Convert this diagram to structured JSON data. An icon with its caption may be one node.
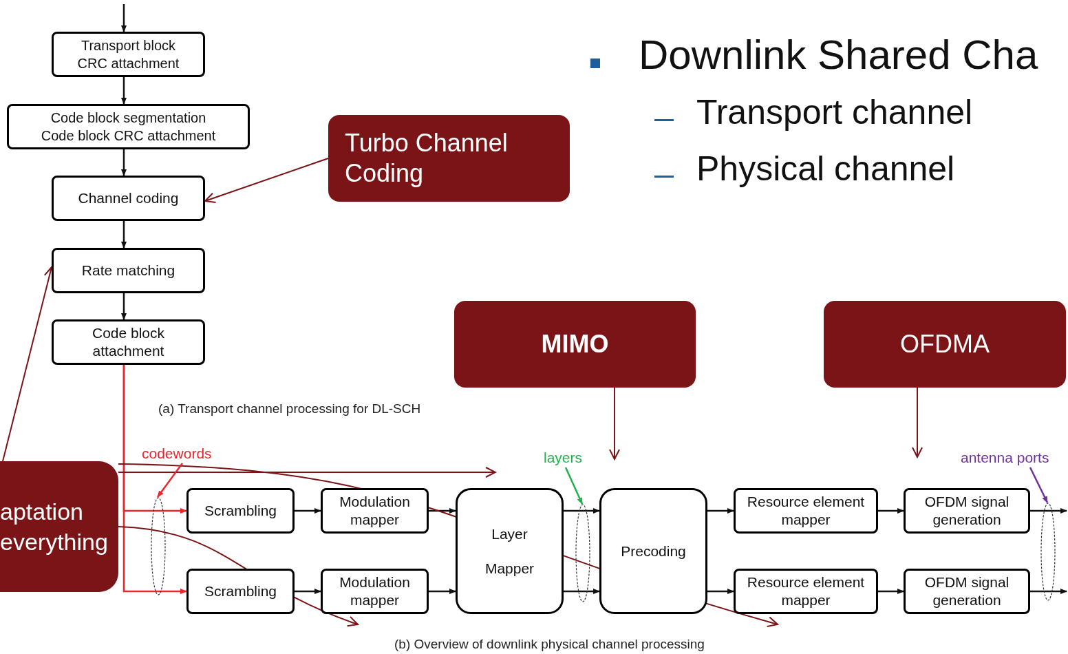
{
  "diagram": {
    "nodes": [
      {
        "text": [
          "Transport block CRC attachment"
        ]
      },
      {
        "text": [
          "Code block segmentation Code block CRC attachment"
        ]
      },
      {
        "text": [
          "Channel coding"
        ]
      },
      {
        "text": [
          "Rate matching"
        ]
      },
      {
        "text": [
          "Code block attachment"
        ]
      },
      {
        "text": [
          "Turbo Channel Coding"
        ]
      },
      {
        "text": [
          "aptation everything"
        ]
      },
      {
        "text": [
          "Scrambling"
        ]
      },
      {
        "text": [
          "Modulation mapper"
        ]
      },
      {
        "text": [
          "Scrambling"
        ]
      },
      {
        "text": [
          "Modulation mapper"
        ]
      },
      {
        "text": [
          "Layer Mapper"
        ]
      },
      {
        "text": [
          "Precoding"
        ]
      },
      {
        "text": [
          "Resource element mapper"
        ]
      },
      {
        "text": [
          "OFDM signal generation"
        ]
      },
      {
        "text": [
          "Resource element mapper"
        ]
      },
      {
        "text": [
          "OFDM signal generation"
        ]
      },
      {
        "text": [
          "MIMO"
        ]
      },
      {
        "text": [
          "OFDMA"
        ]
      },
      {
        "text": [
          "codewords"
        ]
      },
      {
        "text": [],
        "shape": "ellipse"
      },
      {
        "text": [
          "layers"
        ]
      },
      {
        "text": [],
        "shape": "ellipse"
      },
      {
        "text": [
          "antenna ports"
        ]
      },
      {
        "text": [],
        "shape": "ellipse"
      }
    ],
    "edges": [
      {
        "from": null,
        "to": 0,
        "arrow": "to"
      },
      {
        "from": 0,
        "to": 1,
        "arrow": "to"
      },
      {
        "from": 1,
        "to": 2,
        "arrow": "to"
      },
      {
        "from": 2,
        "to": 3,
        "arrow": "to"
      },
      {
        "from": 3,
        "to": 4,
        "arrow": "to"
      },
      {
        "from": 4,
        "to": 7,
        "arrow": "to",
        "color": "#e8262b"
      },
      {
        "from": 4,
        "to": 9,
        "arrow": "to",
        "color": "#e8262b"
      },
      {
        "from": 7,
        "to": 8,
        "arrow": "to"
      },
      {
        "from": 9,
        "to": 10,
        "arrow": "to"
      },
      {
        "from": 8,
        "to": 11,
        "arrow": "to"
      },
      {
        "from": 10,
        "to": 11,
        "arrow": "to"
      },
      {
        "from": 11,
        "to": 12,
        "arrow": "to"
      },
      {
        "from": 11,
        "to": 12,
        "arrow": "to"
      },
      {
        "from": 12,
        "to": 13,
        "arrow": "to"
      },
      {
        "from": 12,
        "to": 15,
        "arrow": "to"
      },
      {
        "from": 13,
        "to": 14,
        "arrow": "to"
      },
      {
        "from": 15,
        "to": 16,
        "arrow": "to"
      },
      {
        "from": 14,
        "to": 24,
        "arrow": "to"
      },
      {
        "from": 16,
        "to": 24,
        "arrow": "to"
      },
      {
        "from": 5,
        "to": 2,
        "arrow": "to",
        "color": "#7b1416"
      },
      {
        "from": 6,
        "to": 3,
        "arrow": "to",
        "color": "#7b1416"
      },
      {
        "from": 6,
        "to": 11,
        "arrow": "to",
        "color": "#7b1416"
      },
      {
        "from": 6,
        "to": 15,
        "arrow": "to",
        "color": "#7b1416"
      },
      {
        "from": 6,
        "to": 10,
        "arrow": "to",
        "color": "#7b1416"
      },
      {
        "from": 17,
        "to": 21,
        "arrow": "to",
        "color": "#7b1416"
      },
      {
        "from": 18,
        "to": null,
        "arrow": "to",
        "color": "#7b1416"
      },
      {
        "from": 19,
        "to": 20,
        "arrow": "to",
        "color": "#e8262b"
      },
      {
        "from": 21,
        "to": 22,
        "arrow": "to",
        "color": "#22b14c"
      },
      {
        "from": 23,
        "to": 24,
        "arrow": "to",
        "color": "#7030a0"
      }
    ],
    "labels": [
      "Downlink Shared Cha",
      "Transport channel",
      "Physical channel",
      "(a) Transport channel processing for DL-SCH",
      "(b) Overview of downlink physical channel processing"
    ]
  }
}
